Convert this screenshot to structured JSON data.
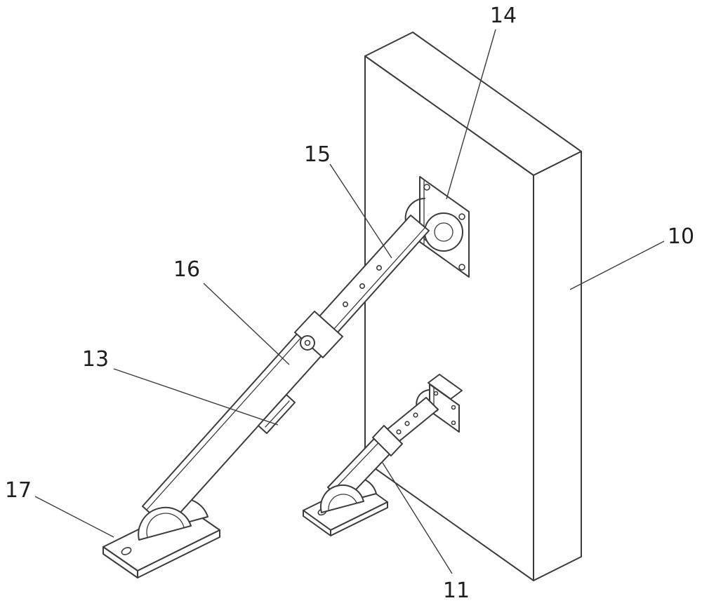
{
  "figure": {
    "colors": {
      "background": "#ffffff",
      "line": "#3c3c3c",
      "label": "#1f1f1f"
    },
    "parts": [
      {
        "id": "panel",
        "label": "10"
      },
      {
        "id": "short-strut",
        "label": "11"
      },
      {
        "id": "locking-latch",
        "label": "13"
      },
      {
        "id": "mounting-flange",
        "label": "14"
      },
      {
        "id": "inner-strut-tube",
        "label": "15"
      },
      {
        "id": "outer-strut-tube",
        "label": "16"
      },
      {
        "id": "base-bracket",
        "label": "17"
      }
    ]
  }
}
